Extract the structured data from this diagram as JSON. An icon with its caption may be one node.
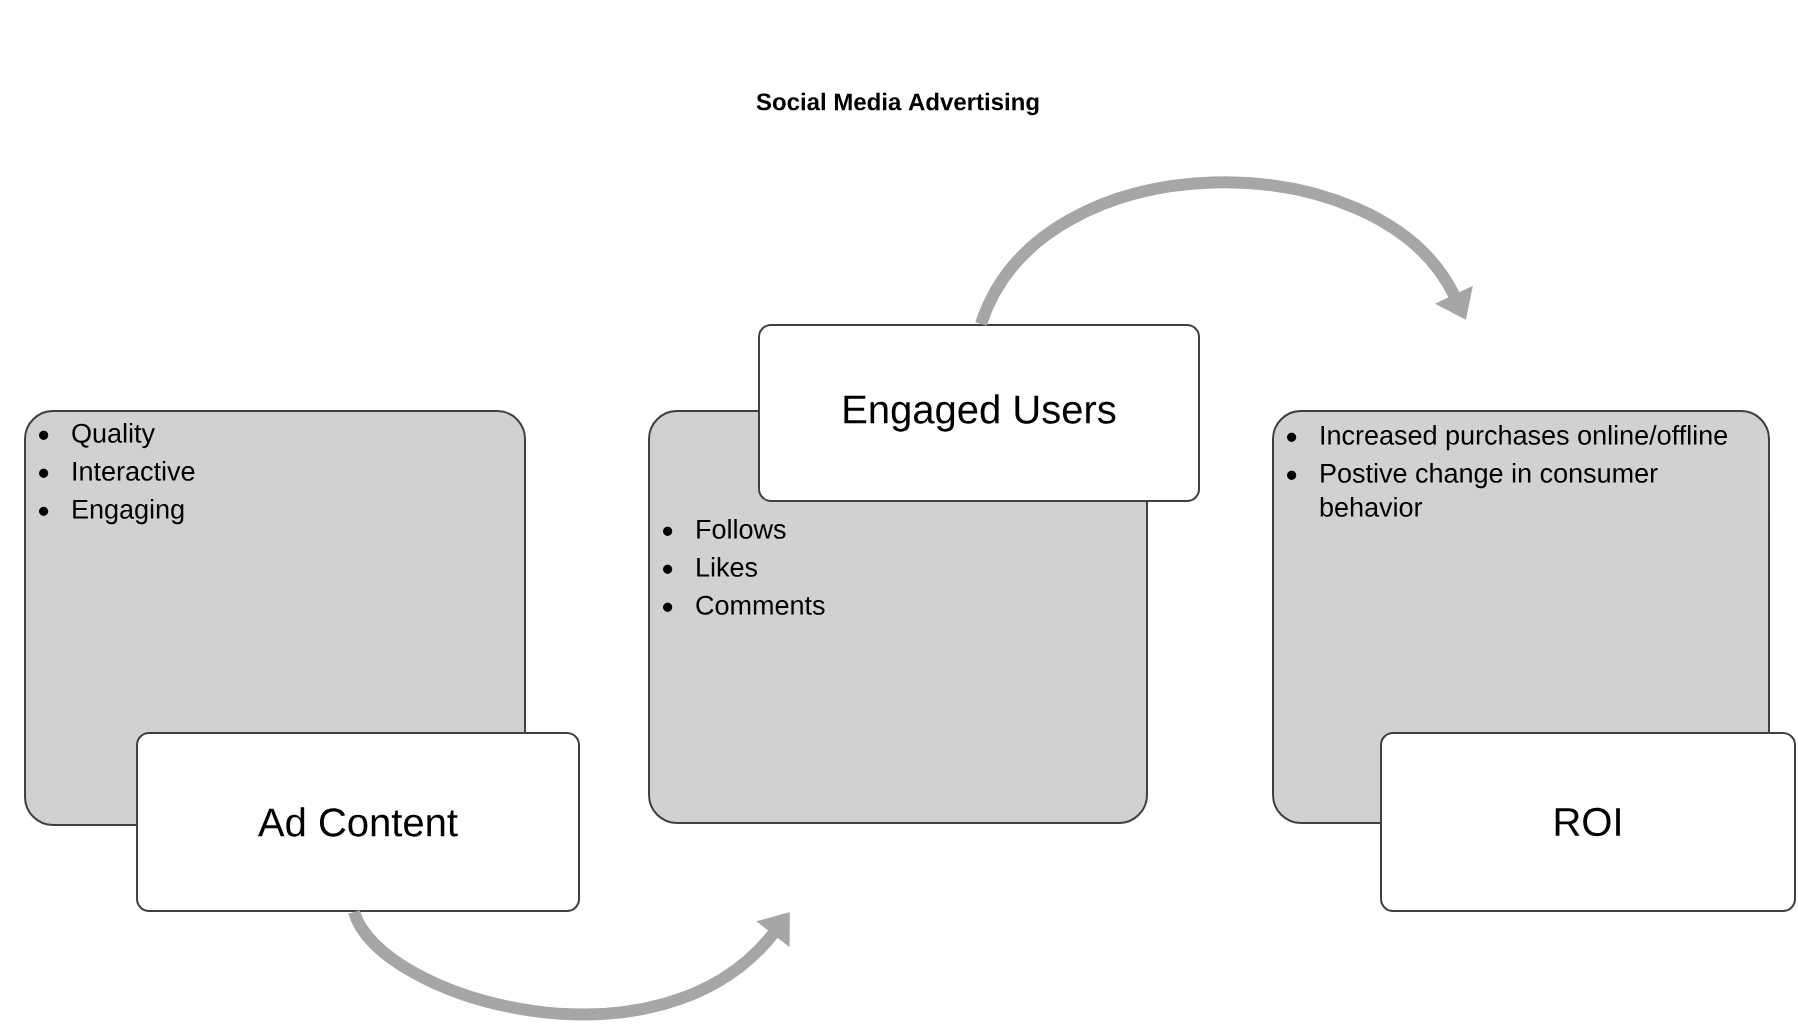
{
  "diagram": {
    "title": "Social Media Advertising",
    "nodes": [
      {
        "text": [
          "Quality",
          "Interactive",
          "Engaging"
        ]
      },
      {
        "text": [
          "Ad Content"
        ]
      },
      {
        "text": [
          "Follows",
          "Likes",
          "Comments"
        ]
      },
      {
        "text": [
          "Engaged Users"
        ]
      },
      {
        "text": [
          "Increased purchases online/offline",
          "Postive change in consumer behavior"
        ]
      },
      {
        "text": [
          "ROI"
        ]
      }
    ],
    "edges": [
      {
        "from": 1,
        "to": 2,
        "arrow": "to"
      },
      {
        "from": 3,
        "to": 4,
        "arrow": "to"
      }
    ]
  }
}
